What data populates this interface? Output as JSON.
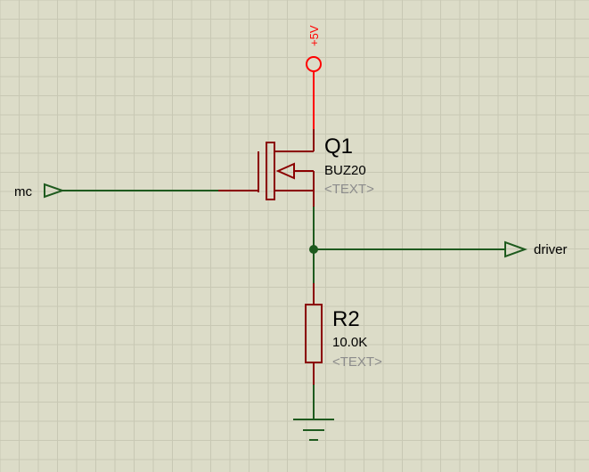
{
  "schematic": {
    "power_label": "+5V",
    "input_terminal": "mc",
    "output_terminal": "driver",
    "transistor": {
      "ref": "Q1",
      "value": "BUZ20",
      "text": "<TEXT>"
    },
    "resistor": {
      "ref": "R2",
      "value": "10.0K",
      "text": "<TEXT>"
    }
  },
  "colors": {
    "background": "#dcdcc8",
    "grid": "#c8c8b4",
    "wire": "#1e5a1e",
    "component": "#8b0000",
    "power": "#ff0000"
  }
}
